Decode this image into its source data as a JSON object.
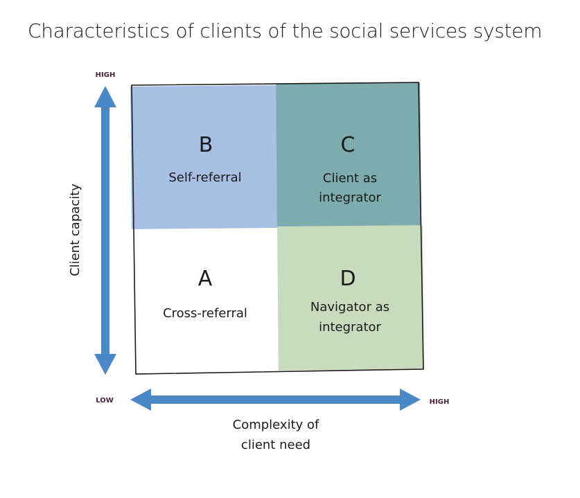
{
  "title": "Characteristics of clients of the social services system",
  "colors": {
    "quadrant_b": "#a6bfe3",
    "quadrant_c": "#7eabad",
    "quadrant_a": "#ffffff",
    "quadrant_d": "#c8dcbd",
    "arrow": "#4a88c7",
    "tick_label": "#4a1f3a",
    "border": "#1a1a1a"
  },
  "quadrants": {
    "b": {
      "letter": "B",
      "label_lines": [
        "Self-referral"
      ]
    },
    "c": {
      "letter": "C",
      "label_lines": [
        "Client as",
        "integrator"
      ]
    },
    "a": {
      "letter": "A",
      "label_lines": [
        "Cross-referral"
      ]
    },
    "d": {
      "letter": "D",
      "label_lines": [
        "Navigator as",
        "integrator"
      ]
    }
  },
  "y_axis": {
    "title": "Client capacity",
    "high_label": "HIGH",
    "icon": "double-headed-arrow-vertical"
  },
  "x_axis": {
    "title_lines": [
      "Complexity of",
      "client need"
    ],
    "low_label": "LOW",
    "high_label": "HIGH",
    "icon": "double-headed-arrow-horizontal"
  }
}
